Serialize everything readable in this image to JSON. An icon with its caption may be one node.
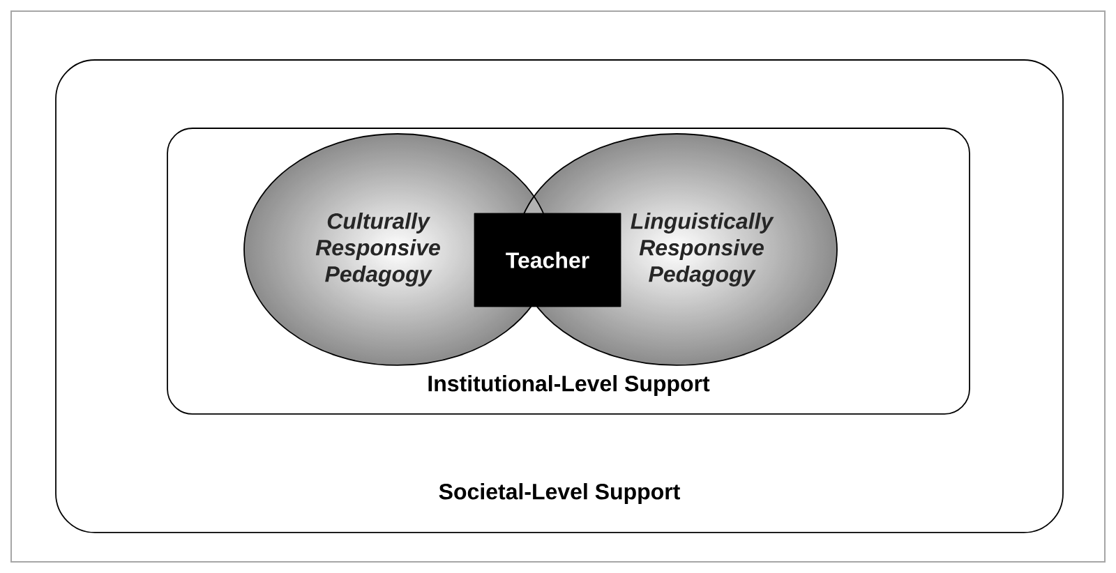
{
  "diagram": {
    "nodes": [
      {
        "text": [
          "Societal-Level Support"
        ]
      },
      {
        "text": [
          "Institutional-Level Support"
        ],
        "in": 0
      },
      {
        "text": [
          "Culturally Responsive Pedagogy"
        ],
        "in": 1
      },
      {
        "text": [
          "Linguistically Responsive Pedagogy"
        ],
        "in": 1
      },
      {
        "text": [
          "Teacher"
        ],
        "in": 1
      }
    ]
  }
}
